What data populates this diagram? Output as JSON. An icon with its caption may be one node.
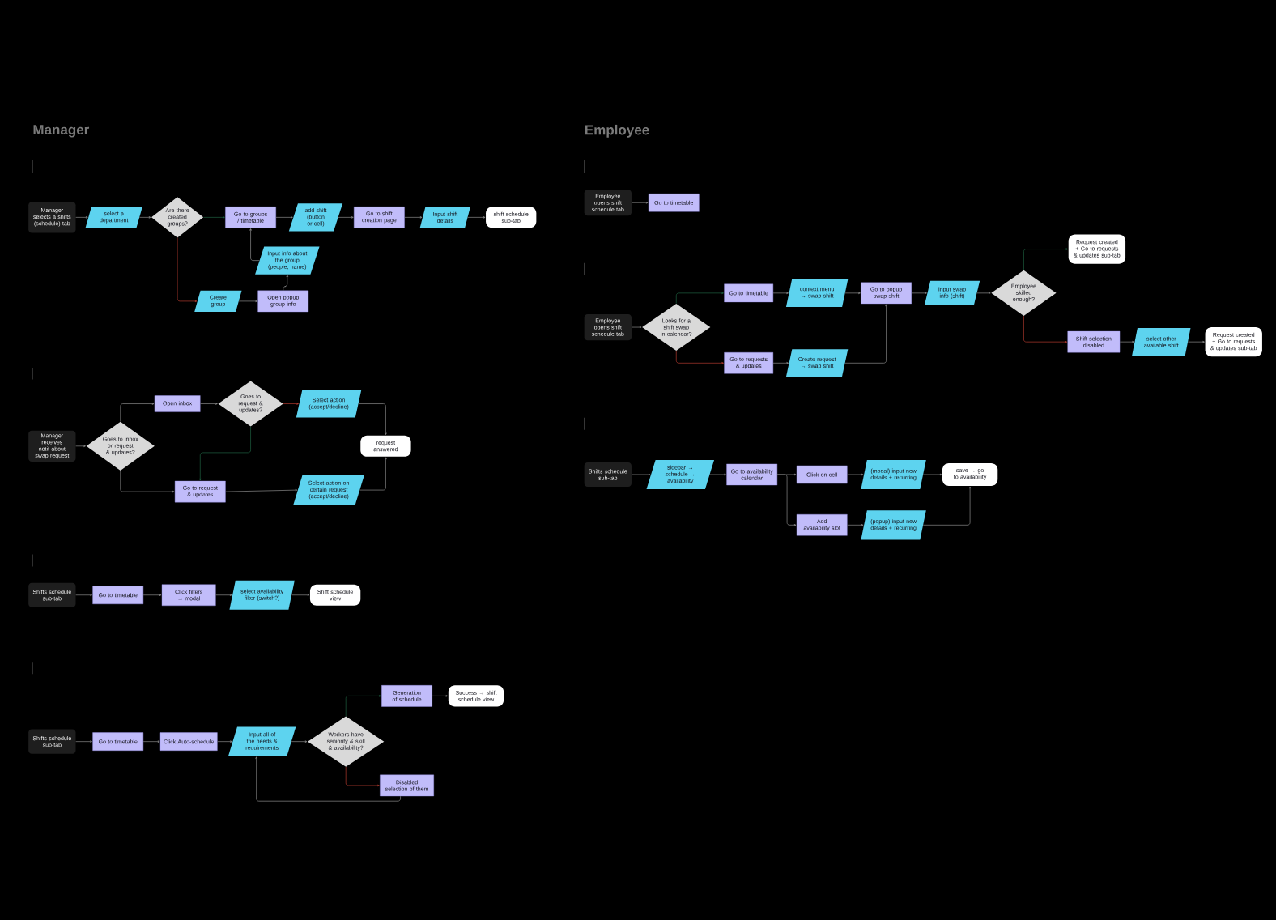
{
  "diagram": {
    "nodes": [
      {
        "text": [
          "Manager selects a shifts (schedule) tab"
        ]
      },
      {
        "text": [
          "select a department"
        ]
      },
      {
        "text": [
          "Are there created groups?"
        ]
      },
      {
        "text": [
          "Go to groups / timetable"
        ]
      },
      {
        "text": [
          "add shift (button or cell)"
        ]
      },
      {
        "text": [
          "Go to shift creation page"
        ]
      },
      {
        "text": [
          "Input shift details"
        ]
      },
      {
        "text": [
          "shift schedule sub-tab"
        ]
      },
      {
        "text": [
          "Input info about the group (people, name)"
        ]
      },
      {
        "text": [
          "Create group"
        ]
      },
      {
        "text": [
          "Open popup group info"
        ]
      },
      {
        "text": [
          "Manager receives notif about swap request"
        ]
      },
      {
        "text": [
          "Goes to inbox or request & updates?"
        ]
      },
      {
        "text": [
          "Open inbox"
        ]
      },
      {
        "text": [
          "Goes to request & updates?"
        ]
      },
      {
        "text": [
          "Select action (accept/decline)"
        ]
      },
      {
        "text": [
          "request answered"
        ]
      },
      {
        "text": [
          "Go to request & updates"
        ]
      },
      {
        "text": [
          "Select action on certain request (accept/decline)"
        ]
      },
      {
        "text": [
          "Shifts schedule sub-tab"
        ]
      },
      {
        "text": [
          "Go to timetable"
        ]
      },
      {
        "text": [
          "Click filters → modal"
        ]
      },
      {
        "text": [
          "select availability filter (switch?)"
        ]
      },
      {
        "text": [
          "Shift schedule view"
        ]
      },
      {
        "text": [
          "Shifts schedule sub-tab"
        ]
      },
      {
        "text": [
          "Go to timetable"
        ]
      },
      {
        "text": [
          "Click Auto-schedule"
        ]
      },
      {
        "text": [
          "Input all of the needs & requirements"
        ]
      },
      {
        "text": [
          "Workers have seniority & skill & availability?"
        ]
      },
      {
        "text": [
          "Generation of schedule"
        ]
      },
      {
        "text": [
          "Success → shift schedule view"
        ]
      },
      {
        "text": [
          "Disabled selection of them"
        ]
      },
      {
        "text": [
          "Employee opens shift schedule tab"
        ]
      },
      {
        "text": [
          "Go to timetable"
        ]
      },
      {
        "text": [
          "Employee opens shift schedule tab"
        ]
      },
      {
        "text": [
          "Looks for a shift swap in calendar?"
        ]
      },
      {
        "text": [
          "Go to timetable"
        ]
      },
      {
        "text": [
          "context menu → swap shift"
        ]
      },
      {
        "text": [
          "Go to popup swap shift"
        ]
      },
      {
        "text": [
          "Input swap info (shift)"
        ]
      },
      {
        "text": [
          "Employee skilled enough?"
        ]
      },
      {
        "text": [
          "Request created + Go to requests & updates sub-tab"
        ]
      },
      {
        "text": [
          "Go to requests & updates"
        ]
      },
      {
        "text": [
          "Create request → swap shift"
        ]
      },
      {
        "text": [
          "Shift selection disabled"
        ]
      },
      {
        "text": [
          "select other available shift"
        ]
      },
      {
        "text": [
          "Request created + Go to requests & updates sub-tab"
        ]
      },
      {
        "text": [
          "Shifts schedule sub-tab"
        ]
      },
      {
        "text": [
          "sidebar → schedule → availability"
        ]
      },
      {
        "text": [
          "Go to availability calendar"
        ]
      },
      {
        "text": [
          "Click on cell"
        ]
      },
      {
        "text": [
          "(modal) input new details + recurring"
        ]
      },
      {
        "text": [
          "save → go to availability"
        ]
      },
      {
        "text": [
          "Add availability slot"
        ]
      },
      {
        "text": [
          "(popup) input new details + recurring"
        ]
      }
    ],
    "edges": [
      {
        "from": 0,
        "to": 1,
        "arrow": "to"
      },
      {
        "from": 1,
        "to": 2,
        "arrow": "to"
      },
      {
        "from": 2,
        "to": 3,
        "arrow": "to",
        "color": "#1e6040"
      },
      {
        "from": 2,
        "to": 9,
        "arrow": "to",
        "color": "#b03a2e"
      },
      {
        "from": 9,
        "to": 10,
        "arrow": "to"
      },
      {
        "from": 10,
        "to": 8,
        "arrow": "to"
      },
      {
        "from": 8,
        "to": 3,
        "arrow": "to"
      },
      {
        "from": 3,
        "to": 4,
        "arrow": "to"
      },
      {
        "from": 4,
        "to": 5,
        "arrow": "to"
      },
      {
        "from": 5,
        "to": 6,
        "arrow": "to"
      },
      {
        "from": 6,
        "to": 7,
        "arrow": "to"
      },
      {
        "from": 11,
        "to": 12,
        "arrow": "to"
      },
      {
        "from": 12,
        "to": 13,
        "arrow": "to"
      },
      {
        "from": 12,
        "to": 17,
        "arrow": "to"
      },
      {
        "from": 13,
        "to": 14,
        "arrow": "to"
      },
      {
        "from": 14,
        "to": 15,
        "arrow": "to",
        "color": "#b03a2e"
      },
      {
        "from": 14,
        "to": 17,
        "arrow": "to",
        "color": "#1e6040"
      },
      {
        "from": 15,
        "to": 16,
        "arrow": "to"
      },
      {
        "from": 17,
        "to": 18,
        "arrow": "to"
      },
      {
        "from": 18,
        "to": 16,
        "arrow": "to"
      },
      {
        "from": 19,
        "to": 20,
        "arrow": "to"
      },
      {
        "from": 20,
        "to": 21,
        "arrow": "to"
      },
      {
        "from": 21,
        "to": 22,
        "arrow": "to"
      },
      {
        "from": 22,
        "to": 23,
        "arrow": "to"
      },
      {
        "from": 24,
        "to": 25,
        "arrow": "to"
      },
      {
        "from": 25,
        "to": 26,
        "arrow": "to"
      },
      {
        "from": 26,
        "to": 27,
        "arrow": "to"
      },
      {
        "from": 27,
        "to": 28,
        "arrow": "to"
      },
      {
        "from": 28,
        "to": 29,
        "arrow": "to",
        "color": "#1e6040"
      },
      {
        "from": 29,
        "to": 30,
        "arrow": "to"
      },
      {
        "from": 28,
        "to": 31,
        "arrow": "to",
        "color": "#b03a2e"
      },
      {
        "from": 31,
        "to": 27,
        "arrow": "to"
      },
      {
        "from": 32,
        "to": 33,
        "arrow": "to"
      },
      {
        "from": 34,
        "to": 35,
        "arrow": "to"
      },
      {
        "from": 35,
        "to": 36,
        "arrow": "to",
        "color": "#1e6040"
      },
      {
        "from": 35,
        "to": 42,
        "arrow": "to",
        "color": "#b03a2e"
      },
      {
        "from": 36,
        "to": 37,
        "arrow": "to"
      },
      {
        "from": 37,
        "to": 38,
        "arrow": "to"
      },
      {
        "from": 42,
        "to": 43,
        "arrow": "to"
      },
      {
        "from": 43,
        "to": 38,
        "arrow": "to"
      },
      {
        "from": 38,
        "to": 39,
        "arrow": "to"
      },
      {
        "from": 39,
        "to": 40,
        "arrow": "to"
      },
      {
        "from": 40,
        "to": 41,
        "arrow": "to",
        "color": "#1e6040"
      },
      {
        "from": 40,
        "to": 44,
        "arrow": "to",
        "color": "#b03a2e"
      },
      {
        "from": 44,
        "to": 45,
        "arrow": "to"
      },
      {
        "from": 45,
        "to": 46,
        "arrow": "to"
      },
      {
        "from": 47,
        "to": 48,
        "arrow": "to"
      },
      {
        "from": 48,
        "to": 49,
        "arrow": "to"
      },
      {
        "from": 49,
        "to": 50,
        "arrow": "to"
      },
      {
        "from": 49,
        "to": 53,
        "arrow": "to"
      },
      {
        "from": 50,
        "to": 51,
        "arrow": "to"
      },
      {
        "from": 51,
        "to": 52,
        "arrow": "to"
      },
      {
        "from": 53,
        "to": 54,
        "arrow": "to"
      },
      {
        "from": 54,
        "to": 52,
        "arrow": "to"
      }
    ],
    "labels": [
      "Manager",
      "Employee"
    ]
  }
}
